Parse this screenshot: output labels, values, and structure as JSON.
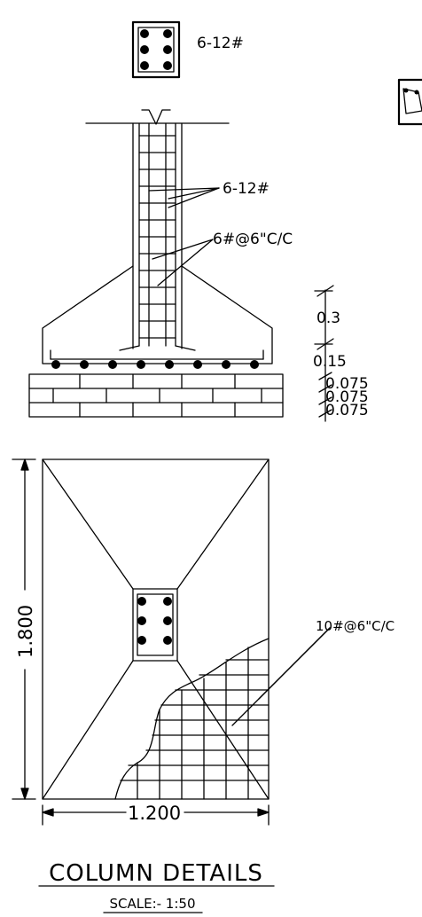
{
  "labels": {
    "column_bars": "6-12#",
    "vertical_bars": "6-12#",
    "ties": "6#@6\"C/C",
    "footing_mesh": "10#@6\"C/C"
  },
  "section_dimensions": {
    "pedestal_height": "0.3",
    "footing_depth": "0.15",
    "pcc_layer_1": "0.075",
    "pcc_layer_2": "0.075",
    "pcc_layer_3": "0.075"
  },
  "plan_dimensions": {
    "length": "1.800",
    "width": "1.200"
  },
  "title": "COLUMN DETAILS",
  "scale": "SCALE:- 1:50"
}
